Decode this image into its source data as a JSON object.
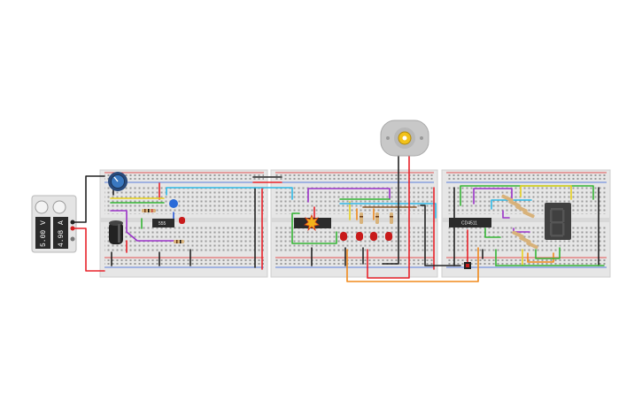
{
  "power_supply": {
    "voltage_value": "5.00",
    "voltage_unit": "V",
    "current_value": "4.98",
    "current_unit": "A"
  },
  "timer_chip": {
    "label": "555"
  },
  "counter_chip_1": {
    "label": ""
  },
  "counter_chip_2": {
    "label": "CD4511"
  },
  "motor": {
    "label": ""
  },
  "colors": {
    "breadboard": "#e6e6e6",
    "rail_red": "#e02020",
    "rail_blue": "#2a5ad8",
    "wire_red": "#e8222a",
    "wire_black": "#222222",
    "wire_green": "#35b535",
    "wire_orange": "#f08a1c",
    "wire_purple": "#9b33c9",
    "wire_yellow": "#e8d21e",
    "wire_cyan": "#2fb9e6",
    "wire_brown": "#8a5a2b",
    "led_red": "#c81a1a",
    "led_blue": "#2a6bd8",
    "display_body": "#404040"
  }
}
